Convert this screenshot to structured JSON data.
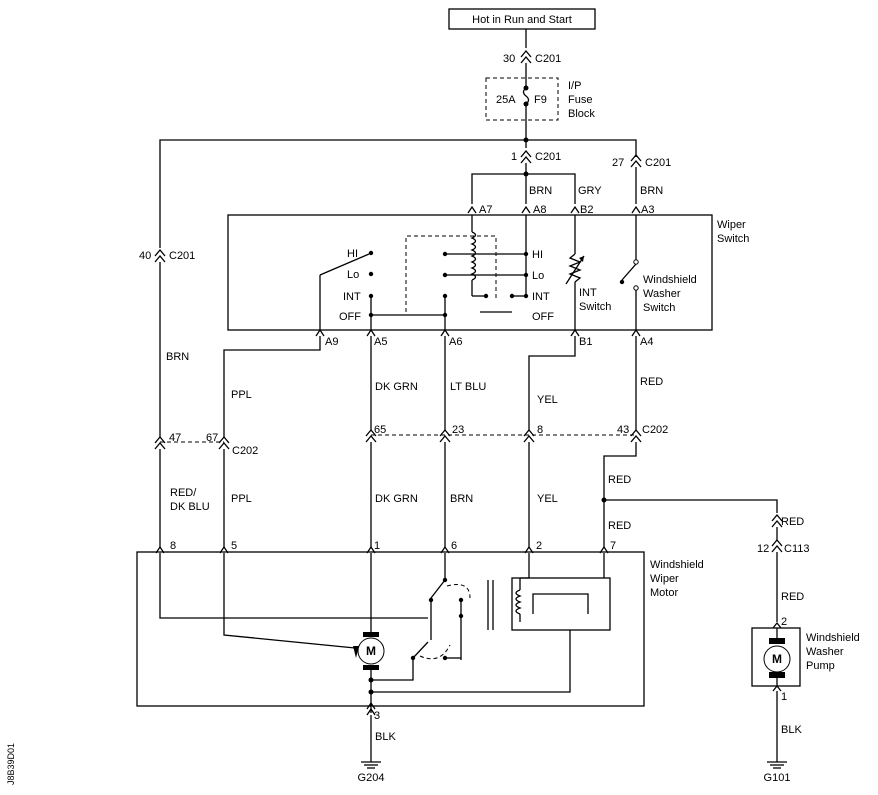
{
  "source": "Hot in Run and Start",
  "fuse": {
    "amps": "25A",
    "id": "F9",
    "block_l1": "I/P",
    "block_l2": "Fuse",
    "block_l3": "Block"
  },
  "connectors": {
    "c201_30": "30",
    "c201_1": "1",
    "c201_27": "27",
    "c201_40": "40",
    "c201": "C201",
    "c202_47": "47",
    "c202_67": "67",
    "c202_65": "65",
    "c202_23": "23",
    "c202_8": "8",
    "c202_43": "43",
    "c202": "C202",
    "c113_12": "12",
    "c113": "C113"
  },
  "wires": {
    "brn_a8": "BRN",
    "gry_b2": "GRY",
    "brn_a3": "BRN",
    "brn_left": "BRN",
    "ppl_top": "PPL",
    "dkgrn_top": "DK GRN",
    "ltblu": "LT BLU",
    "yel_top": "YEL",
    "red_a4": "RED",
    "red_dkblu_1": "RED/",
    "red_dkblu_2": "DK BLU",
    "ppl_bot": "PPL",
    "dkgrn_bot": "DK GRN",
    "brn_bot": "BRN",
    "yel_bot": "YEL",
    "red_mid1": "RED",
    "red_mid2": "RED",
    "red_c113_top": "RED",
    "red_c113_bot": "RED",
    "blk_motor": "BLK",
    "blk_pump": "BLK"
  },
  "wiper_switch": {
    "title_l1": "Wiper",
    "title_l2": "Switch",
    "pins": {
      "a7": "A7",
      "a8": "A8",
      "b2": "B2",
      "a3": "A3",
      "a9": "A9",
      "a5": "A5",
      "a6": "A6",
      "b1": "B1",
      "a4": "A4"
    },
    "left_pos": {
      "hi": "HI",
      "lo": "Lo",
      "int": "INT",
      "off": "OFF"
    },
    "right_pos": {
      "hi": "HI",
      "lo": "Lo",
      "int": "INT",
      "off": "OFF"
    },
    "int_switch_l1": "INT",
    "int_switch_l2": "Switch",
    "washer_switch_l1": "Windshield",
    "washer_switch_l2": "Washer",
    "washer_switch_l3": "Switch"
  },
  "wiper_motor": {
    "title_l1": "Windshield",
    "title_l2": "Wiper",
    "title_l3": "Motor",
    "pins": {
      "p8": "8",
      "p5": "5",
      "p1": "1",
      "p6": "6",
      "p2": "2",
      "p7": "7",
      "p3": "3"
    },
    "motor_symbol": "M"
  },
  "washer_pump": {
    "title_l1": "Windshield",
    "title_l2": "Washer",
    "title_l3": "Pump",
    "pin_top": "2",
    "pin_bot": "1",
    "motor_symbol": "M"
  },
  "grounds": {
    "g204": "G204",
    "g101": "G101"
  },
  "figure_id": "J8B39D01"
}
